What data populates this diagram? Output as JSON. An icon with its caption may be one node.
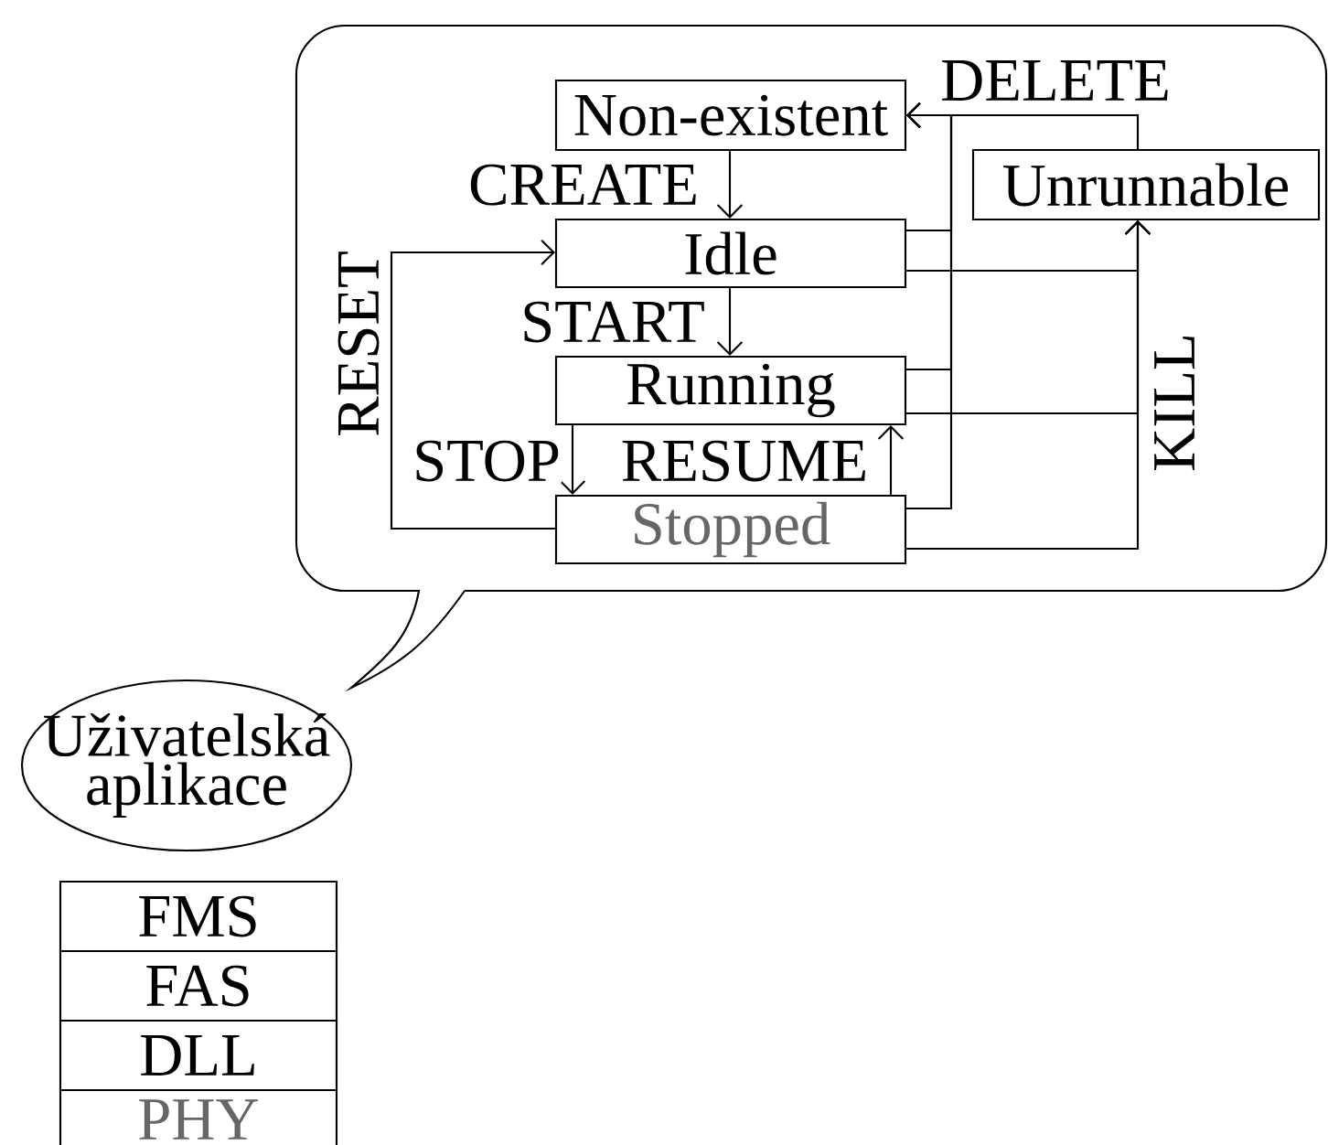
{
  "diagram": {
    "nodes": [
      {
        "text": [],
        "shape": "callout"
      },
      {
        "text": [
          "Non-existent"
        ],
        "in": 0
      },
      {
        "text": [
          "Unrunnable"
        ],
        "in": 0
      },
      {
        "text": [
          "Idle"
        ],
        "in": 0
      },
      {
        "text": [
          "Running"
        ],
        "in": 0
      },
      {
        "text": [
          "Stopped"
        ],
        "in": 0
      },
      {
        "text": [
          "Uživatelská aplikace"
        ]
      },
      {
        "text": [
          "FMS"
        ]
      },
      {
        "text": [
          "FAS"
        ]
      },
      {
        "text": [
          "DLL"
        ]
      },
      {
        "text": [
          "PHY"
        ]
      }
    ],
    "edges": [
      {
        "from": 1,
        "to": 3,
        "arrow": "to",
        "label": "CREATE"
      },
      {
        "from": 3,
        "to": 4,
        "arrow": "to",
        "label": "START"
      },
      {
        "from": 4,
        "to": 5,
        "arrow": "to",
        "label": "STOP"
      },
      {
        "from": 5,
        "to": 4,
        "arrow": "to",
        "label": "RESUME"
      },
      {
        "from": 5,
        "to": 3,
        "arrow": "to",
        "label": "RESET"
      },
      {
        "from": 3,
        "to": 1,
        "arrow": "to"
      },
      {
        "from": 4,
        "to": 1,
        "arrow": "to"
      },
      {
        "from": 5,
        "to": 1,
        "arrow": "to"
      },
      {
        "from": 2,
        "to": 1,
        "arrow": "to",
        "label": "DELETE"
      },
      {
        "from": 3,
        "to": 2,
        "arrow": "to"
      },
      {
        "from": 4,
        "to": 2,
        "arrow": "to",
        "label": "KILL"
      },
      {
        "from": 5,
        "to": 2,
        "arrow": "to"
      }
    ]
  }
}
